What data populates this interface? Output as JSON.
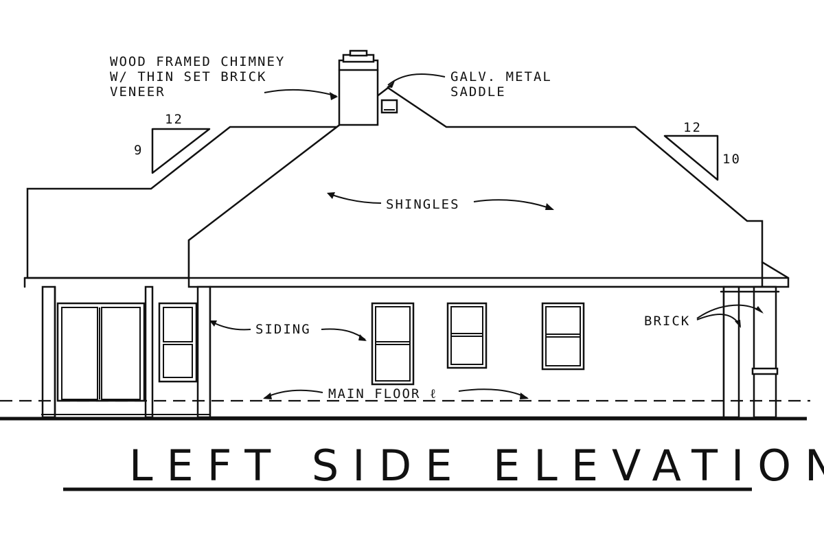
{
  "labels": {
    "chimney_line1": "WOOD FRAMED CHIMNEY",
    "chimney_line2": "W/ THIN SET BRICK",
    "chimney_line3": "VENEER",
    "saddle_line1": "GALV. METAL",
    "saddle_line2": "SADDLE",
    "shingles": "SHINGLES",
    "siding": "SIDING",
    "brick": "BRICK",
    "main_floor": "MAIN FLOOR ℓ"
  },
  "pitch_left": {
    "run": "12",
    "rise": "9"
  },
  "pitch_right": {
    "run": "12",
    "rise": "10"
  },
  "title": "LEFT SIDE ELEVATION"
}
